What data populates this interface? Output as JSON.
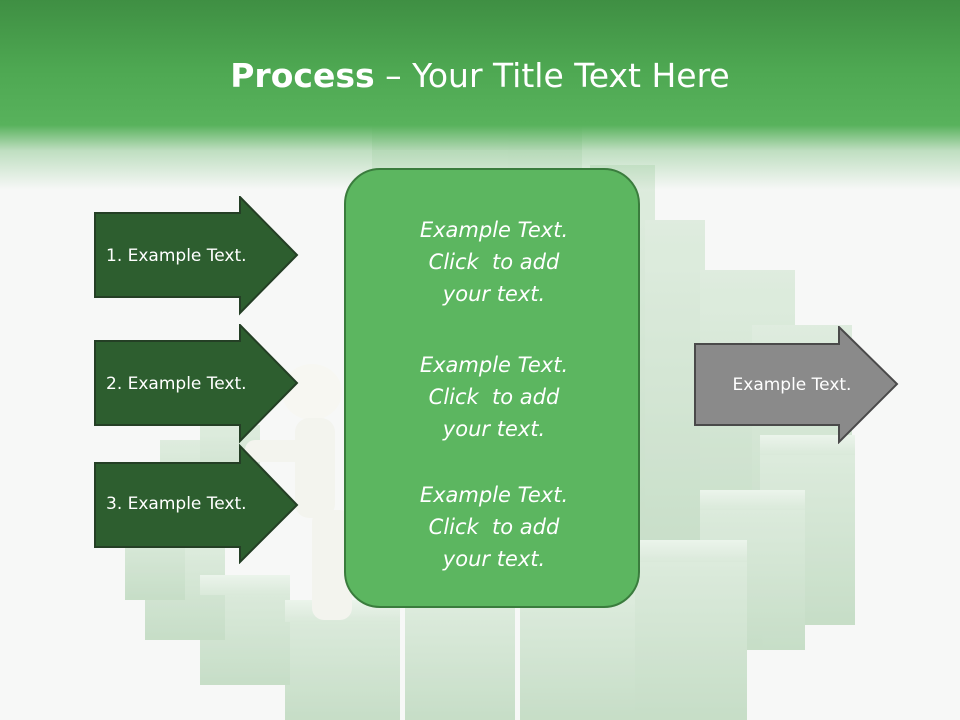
{
  "slide": {
    "title_bold": "Process",
    "title_rest": " – Your Title Text Here"
  },
  "steps": [
    {
      "label": "1. Example Text."
    },
    {
      "label": "2. Example Text."
    },
    {
      "label": "3. Example Text."
    }
  ],
  "center_blocks": [
    {
      "line1": "Example Text.",
      "line2": "Click  to add",
      "line3": "your text."
    },
    {
      "line1": "Example Text.",
      "line2": "Click  to add",
      "line3": "your text."
    },
    {
      "line1": "Example Text.",
      "line2": "Click  to add",
      "line3": "your text."
    }
  ],
  "result": {
    "label": "Example Text."
  },
  "colors": {
    "header": "#4ea852",
    "step_arrow": "#2d5e2f",
    "center_box": "#5cb660",
    "result_arrow": "#8a8a8a"
  },
  "icons": {
    "background": "stacked-green-cubes-with-figure-illustration"
  }
}
